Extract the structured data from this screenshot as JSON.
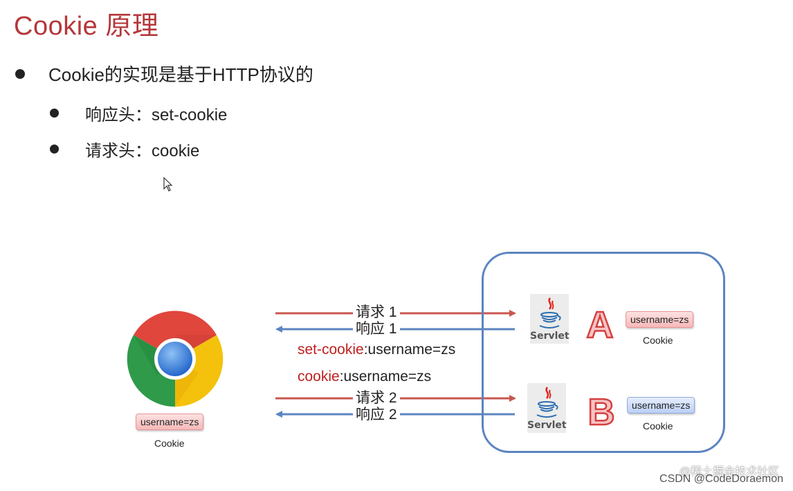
{
  "slide": {
    "title": "Cookie 原理",
    "bullet_main": "Cookie的实现是基于HTTP协议的",
    "bullet_sub1": "响应头：set-cookie",
    "bullet_sub2": "请求头：cookie"
  },
  "diagram": {
    "browser_cookie_value": "username=zs",
    "browser_cookie_label": "Cookie",
    "request1_label": "请求 1",
    "response1_label": "响应 1",
    "request2_label": "请求 2",
    "response2_label": "响应 2",
    "set_cookie_key": "set-cookie",
    "set_cookie_value": ":username=zs",
    "cookie_key": "cookie",
    "cookie_value": ":username=zs",
    "servlet_caption": "Servlet",
    "server_a_letter": "A",
    "server_b_letter": "B",
    "server_a_cookie_value": "username=zs",
    "server_a_cookie_label": "Cookie",
    "server_b_cookie_value": "username=zs",
    "server_b_cookie_label": "Cookie"
  },
  "watermark": {
    "line1": "@稀土掘金技术社区",
    "line2": "CSDN @CodeDoraemon"
  },
  "colors": {
    "title": "#b5373a",
    "request_arrow": "#c9574f",
    "response_arrow": "#5b84c0",
    "server_box": "#5b84c0",
    "header_key": "#c02020"
  }
}
